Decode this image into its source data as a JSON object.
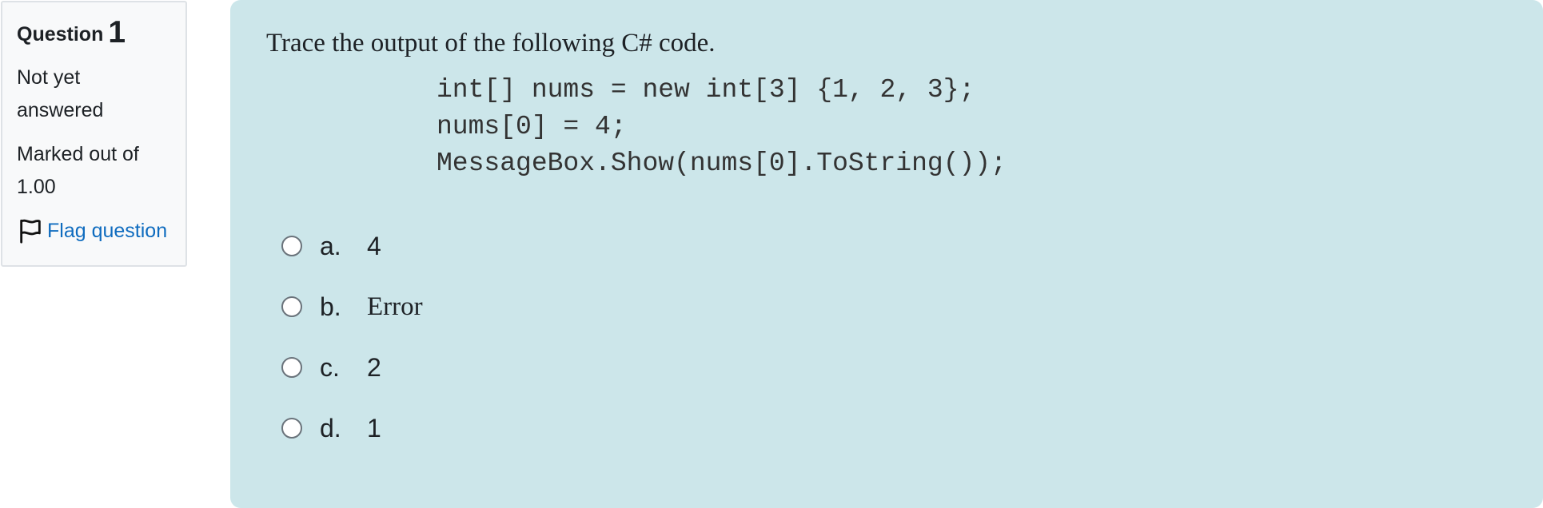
{
  "question_info": {
    "label": "Question",
    "number": "1",
    "state_line1": "Not yet",
    "state_line2": "answered",
    "grade_line1": "Marked out of",
    "grade_line2": "1.00",
    "flag_label": "Flag question",
    "flag_icon": "flag-outline-icon"
  },
  "question": {
    "text": "Trace the output of the following C# code.",
    "code_lines": [
      "int[] nums = new int[3] {1, 2, 3};",
      "nums[0] = 4;",
      "MessageBox.Show(nums[0].ToString());"
    ]
  },
  "answers": [
    {
      "letter": "a.",
      "text": "4"
    },
    {
      "letter": "b.",
      "text": "Error"
    },
    {
      "letter": "c.",
      "text": "2"
    },
    {
      "letter": "d.",
      "text": "1"
    }
  ],
  "colors": {
    "content_bg": "#cce6ea",
    "info_bg": "#f8f9fa",
    "link": "#0f6cbf"
  }
}
